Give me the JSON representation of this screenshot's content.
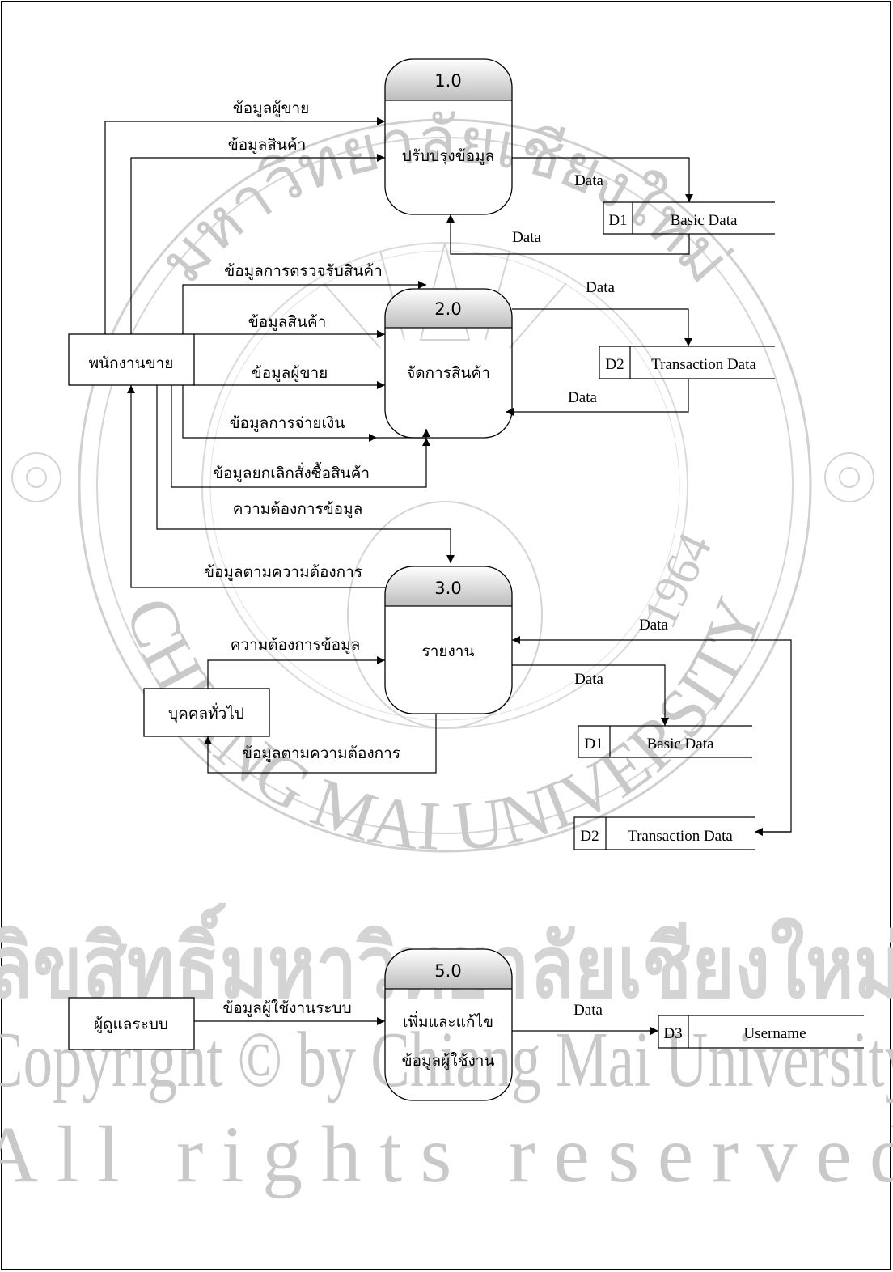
{
  "processes": {
    "p1": {
      "number": "1.0",
      "name": "ปรับปรุงข้อมูล"
    },
    "p2": {
      "number": "2.0",
      "name": "จัดการสินค้า"
    },
    "p3": {
      "number": "3.0",
      "name": "รายงาน"
    },
    "p5": {
      "number": "5.0",
      "name_line1": "เพิ่มและแก้ไข",
      "name_line2": "ข้อมูลผู้ใช้งาน"
    }
  },
  "entities": {
    "sales_staff": "พนักงานขาย",
    "public": "บุคคลทั่วไป",
    "admin": "ผู้ดูแลระบบ"
  },
  "stores": {
    "d1_top": {
      "id": "D1",
      "name": "Basic Data"
    },
    "d2_top": {
      "id": "D2",
      "name": "Transaction Data"
    },
    "d1_mid": {
      "id": "D1",
      "name": "Basic Data"
    },
    "d2_mid": {
      "id": "D2",
      "name": "Transaction Data"
    },
    "d3": {
      "id": "D3",
      "name": "Username"
    }
  },
  "flows": {
    "seller_info_1": "ข้อมูลผู้ขาย",
    "product_info_1": "ข้อมูลสินค้า",
    "data_p1_to_d1": "Data",
    "data_d1_to_p1": "Data",
    "receive_check": "ข้อมูลการตรวจรับสินค้า",
    "product_info_2": "ข้อมูลสินค้า",
    "seller_info_2": "ข้อมูลผู้ขาย",
    "payment": "ข้อมูลการจ่ายเงิน",
    "cancel_order": "ข้อมูลยกเลิกสั่งซื้อสินค้า",
    "data_p2_to_d2": "Data",
    "data_d2_to_p2": "Data",
    "need_info_1": "ความต้องการข้อมูล",
    "result_info_1": "ข้อมูลตามความต้องการ",
    "need_info_2": "ความต้องการข้อมูล",
    "result_info_2": "ข้อมูลตามความต้องการ",
    "data_d2_to_p3": "Data",
    "data_d1_to_p3": "Data",
    "user_info": "ข้อมูลผู้ใช้งานระบบ",
    "data_p5_to_d3": "Data"
  },
  "watermark": {
    "arc_top": "มหาวิทยาลัยเชียงใหม่",
    "arc_bottom": "CHIANG MAI UNIVERSITY",
    "year": "1964",
    "line1": "ลิขสิทธิ์มหาวิทยาลัยเชียงใหม่",
    "line2": "Copyright © by Chiang Mai University",
    "line3": "All rights reserved"
  }
}
